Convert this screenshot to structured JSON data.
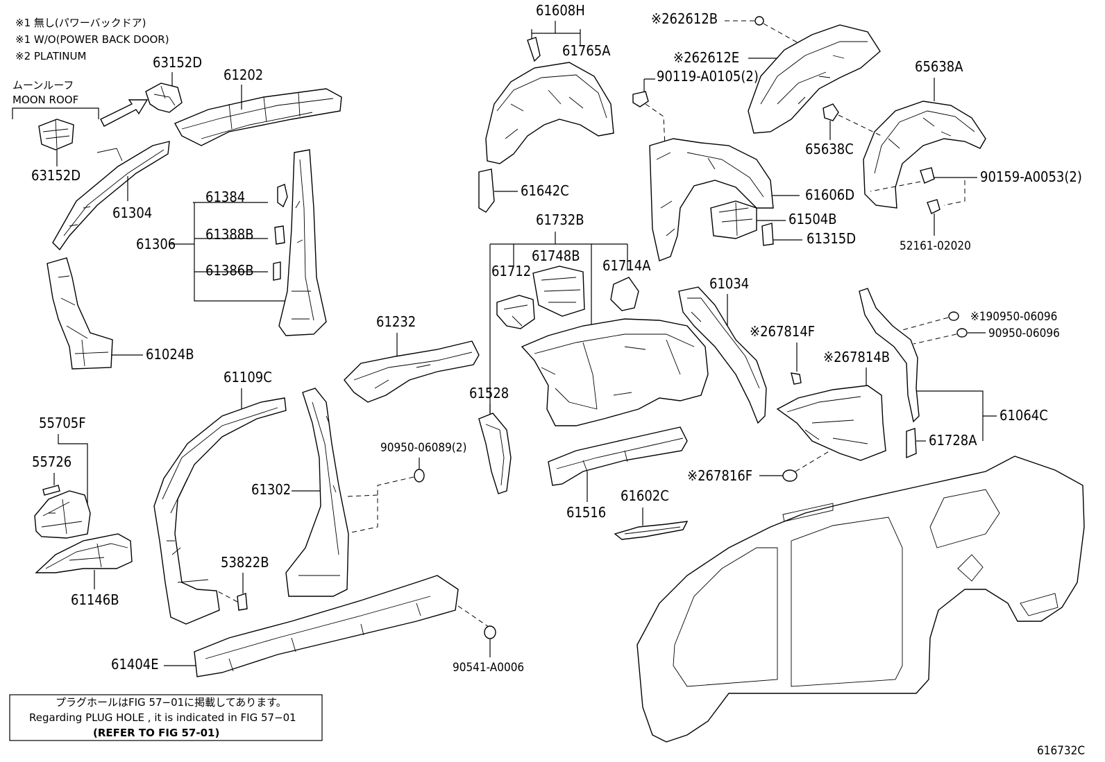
{
  "notes": {
    "line1": "※1 無し(パワーバックドア)",
    "line2": "※1 W/O(POWER BACK DOOR)",
    "line3": "※2 PLATINUM"
  },
  "moonroof": {
    "jp": "ムーンルーフ",
    "en": "MOON ROOF"
  },
  "labels": [
    {
      "id": "l-63152D-top",
      "text": "63152D"
    },
    {
      "id": "l-61202",
      "text": "61202"
    },
    {
      "id": "l-63152D-bot",
      "text": "63152D"
    },
    {
      "id": "l-61304",
      "text": "61304"
    },
    {
      "id": "l-61384",
      "text": "61384"
    },
    {
      "id": "l-61388B",
      "text": "61388B"
    },
    {
      "id": "l-61306",
      "text": "61306"
    },
    {
      "id": "l-61386B",
      "text": "61386B"
    },
    {
      "id": "l-61024B",
      "text": "61024B"
    },
    {
      "id": "l-61608H",
      "text": "61608H"
    },
    {
      "id": "l-61765A",
      "text": "61765A"
    },
    {
      "id": "l-61642C",
      "text": "61642C"
    },
    {
      "id": "l-62612B",
      "text": "62612B"
    },
    {
      "id": "l-62612E",
      "text": "62612E"
    },
    {
      "id": "l-90119",
      "text": "90119-A0105(2)"
    },
    {
      "id": "l-65638A",
      "text": "65638A"
    },
    {
      "id": "l-65638C",
      "text": "65638C"
    },
    {
      "id": "l-90159",
      "text": "90159-A0053(2)"
    },
    {
      "id": "l-61606D",
      "text": "61606D"
    },
    {
      "id": "l-61504B",
      "text": "61504B"
    },
    {
      "id": "l-61315D",
      "text": "61315D"
    },
    {
      "id": "l-52161",
      "text": "52161-02020"
    },
    {
      "id": "l-61732B",
      "text": "61732B"
    },
    {
      "id": "l-61712",
      "text": "61712"
    },
    {
      "id": "l-61748B",
      "text": "61748B"
    },
    {
      "id": "l-61714A",
      "text": "61714A"
    },
    {
      "id": "l-61034",
      "text": "61034"
    },
    {
      "id": "l-67814F",
      "text": "67814F"
    },
    {
      "id": "l-67814B",
      "text": "67814B"
    },
    {
      "id": "l-90950-a",
      "text": "90950-06096"
    },
    {
      "id": "l-90950-b",
      "text": "90950-06096"
    },
    {
      "id": "l-61064C",
      "text": "61064C"
    },
    {
      "id": "l-61728A",
      "text": "61728A"
    },
    {
      "id": "l-61232",
      "text": "61232"
    },
    {
      "id": "l-61528",
      "text": "61528"
    },
    {
      "id": "l-61109C",
      "text": "61109C"
    },
    {
      "id": "l-90950-06089",
      "text": "90950-06089(2)"
    },
    {
      "id": "l-61302",
      "text": "61302"
    },
    {
      "id": "l-61516",
      "text": "61516"
    },
    {
      "id": "l-61602C",
      "text": "61602C"
    },
    {
      "id": "l-67816F",
      "text": "67816F"
    },
    {
      "id": "l-55705F",
      "text": "55705F"
    },
    {
      "id": "l-55726",
      "text": "55726"
    },
    {
      "id": "l-61146B",
      "text": "61146B"
    },
    {
      "id": "l-53822B",
      "text": "53822B"
    },
    {
      "id": "l-61404E",
      "text": "61404E"
    },
    {
      "id": "l-90541",
      "text": "90541-A0006"
    }
  ],
  "markers": {
    "m2": "※2",
    "m1": "※1"
  },
  "footnote": {
    "jp": "プラグホールはFIG 57−01に掲載してあります。",
    "en": "Regarding PLUG HOLE , it is indicated in FIG 57−01",
    "ref": "(REFER TO FIG 57-01)"
  },
  "figure_id": "616732C"
}
